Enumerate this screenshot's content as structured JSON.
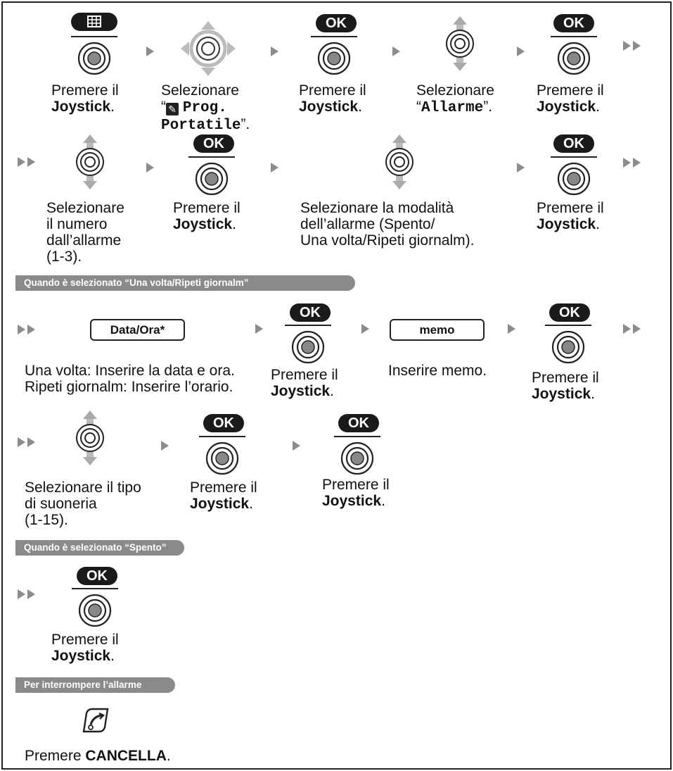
{
  "steps": {
    "premere_label": "Premere il",
    "joystick": "Joystick",
    "period": ".",
    "ok": "OK",
    "selezionare": "Selezionare",
    "prog_portatile_line1": "Prog.",
    "prog_portatile_line2": "Portatile",
    "allarme_item": "Allarme",
    "numero_allarme": [
      "Selezionare",
      "il numero",
      "dall’allarme",
      "(1-3)."
    ],
    "modalita": [
      "Selezionare la modalità",
      "dell’allarme (Spento/",
      "Una volta/Ripeti giornalm)."
    ],
    "data_ora_box": "Data/Ora*",
    "memo_box": "memo",
    "data_ora_text": [
      "Una volta: Inserire la data e ora.",
      "Ripeti giornalm: Inserire l’orario."
    ],
    "inserire_memo": "Inserire memo.",
    "suoneria": [
      "Selezionare il tipo",
      "di suoneria",
      "(1-15)."
    ],
    "premere_cancella_prefix": "Premere",
    "cancella": "CANCELLA"
  },
  "sections": {
    "una_volta": "Quando è selezionato “Una volta/Ripeti giornalm”",
    "spento": "Quando è selezionato “Spento”",
    "interrompere": "Per interrompere l’allarme"
  },
  "icons": {
    "menu": "menu-grid-icon",
    "joystick_4way": "joystick-four-way-icon",
    "joystick_updown": "joystick-up-down-icon",
    "joystick_press": "joystick-press-icon",
    "cancel": "cancel-key-icon",
    "pen": "pen-icon",
    "arrow": "arrow-right-icon",
    "double_arrow": "double-arrow-right-icon"
  },
  "colors": {
    "section_bg": "#8a8a8a",
    "arrow": "#8c8c8c",
    "ink": "#111111"
  }
}
